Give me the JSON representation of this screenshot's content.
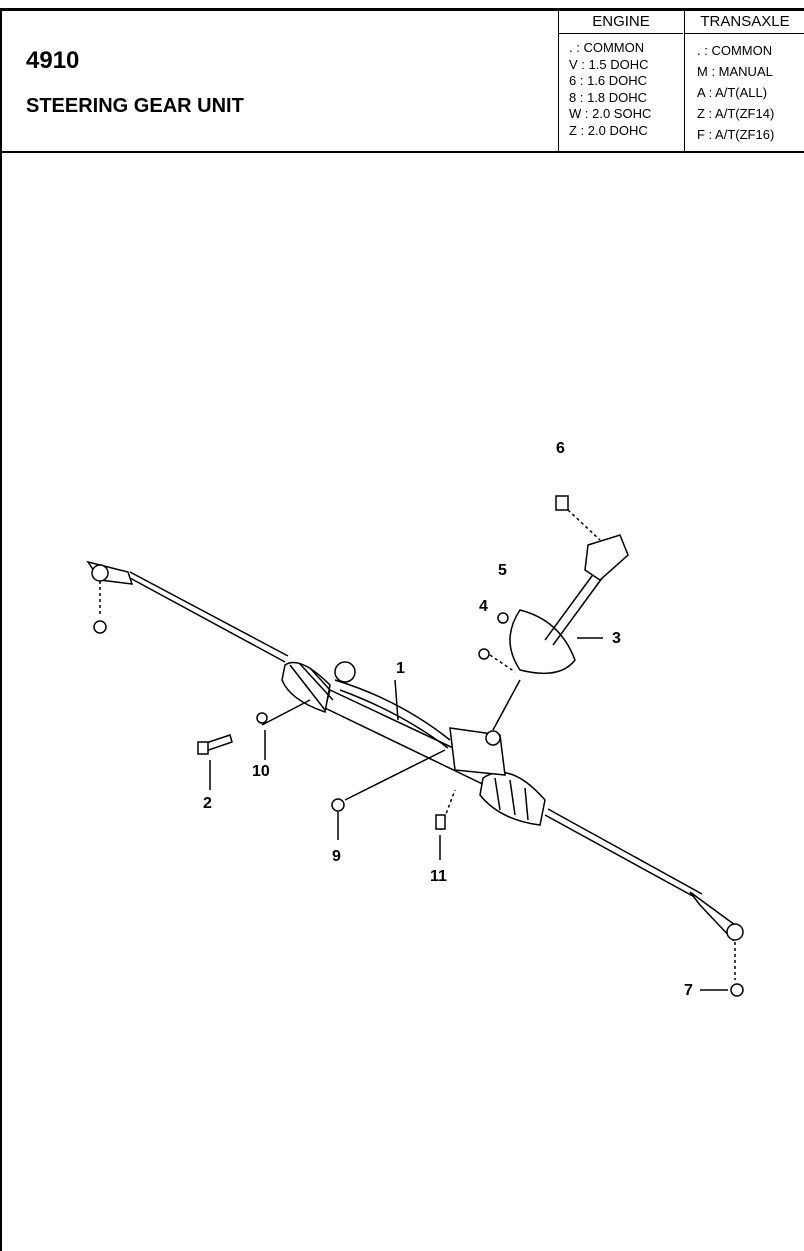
{
  "header": {
    "code": "4910",
    "title": "STEERING GEAR UNIT",
    "engine": {
      "heading": "ENGINE",
      "rows": [
        ". : COMMON",
        "V : 1.5 DOHC",
        "6 : 1.6 DOHC",
        "8 : 1.8 DOHC",
        "W : 2.0 SOHC",
        "Z : 2.0 DOHC"
      ]
    },
    "transaxle": {
      "heading": "TRANSAXLE",
      "rows": [
        ". : COMMON",
        "M : MANUAL",
        "A : A/T(ALL)",
        "Z : A/T(ZF14)",
        "F : A/T(ZF16)"
      ]
    }
  },
  "callouts": [
    "1",
    "2",
    "3",
    "4",
    "5",
    "6",
    "7",
    "9",
    "10",
    "11"
  ]
}
